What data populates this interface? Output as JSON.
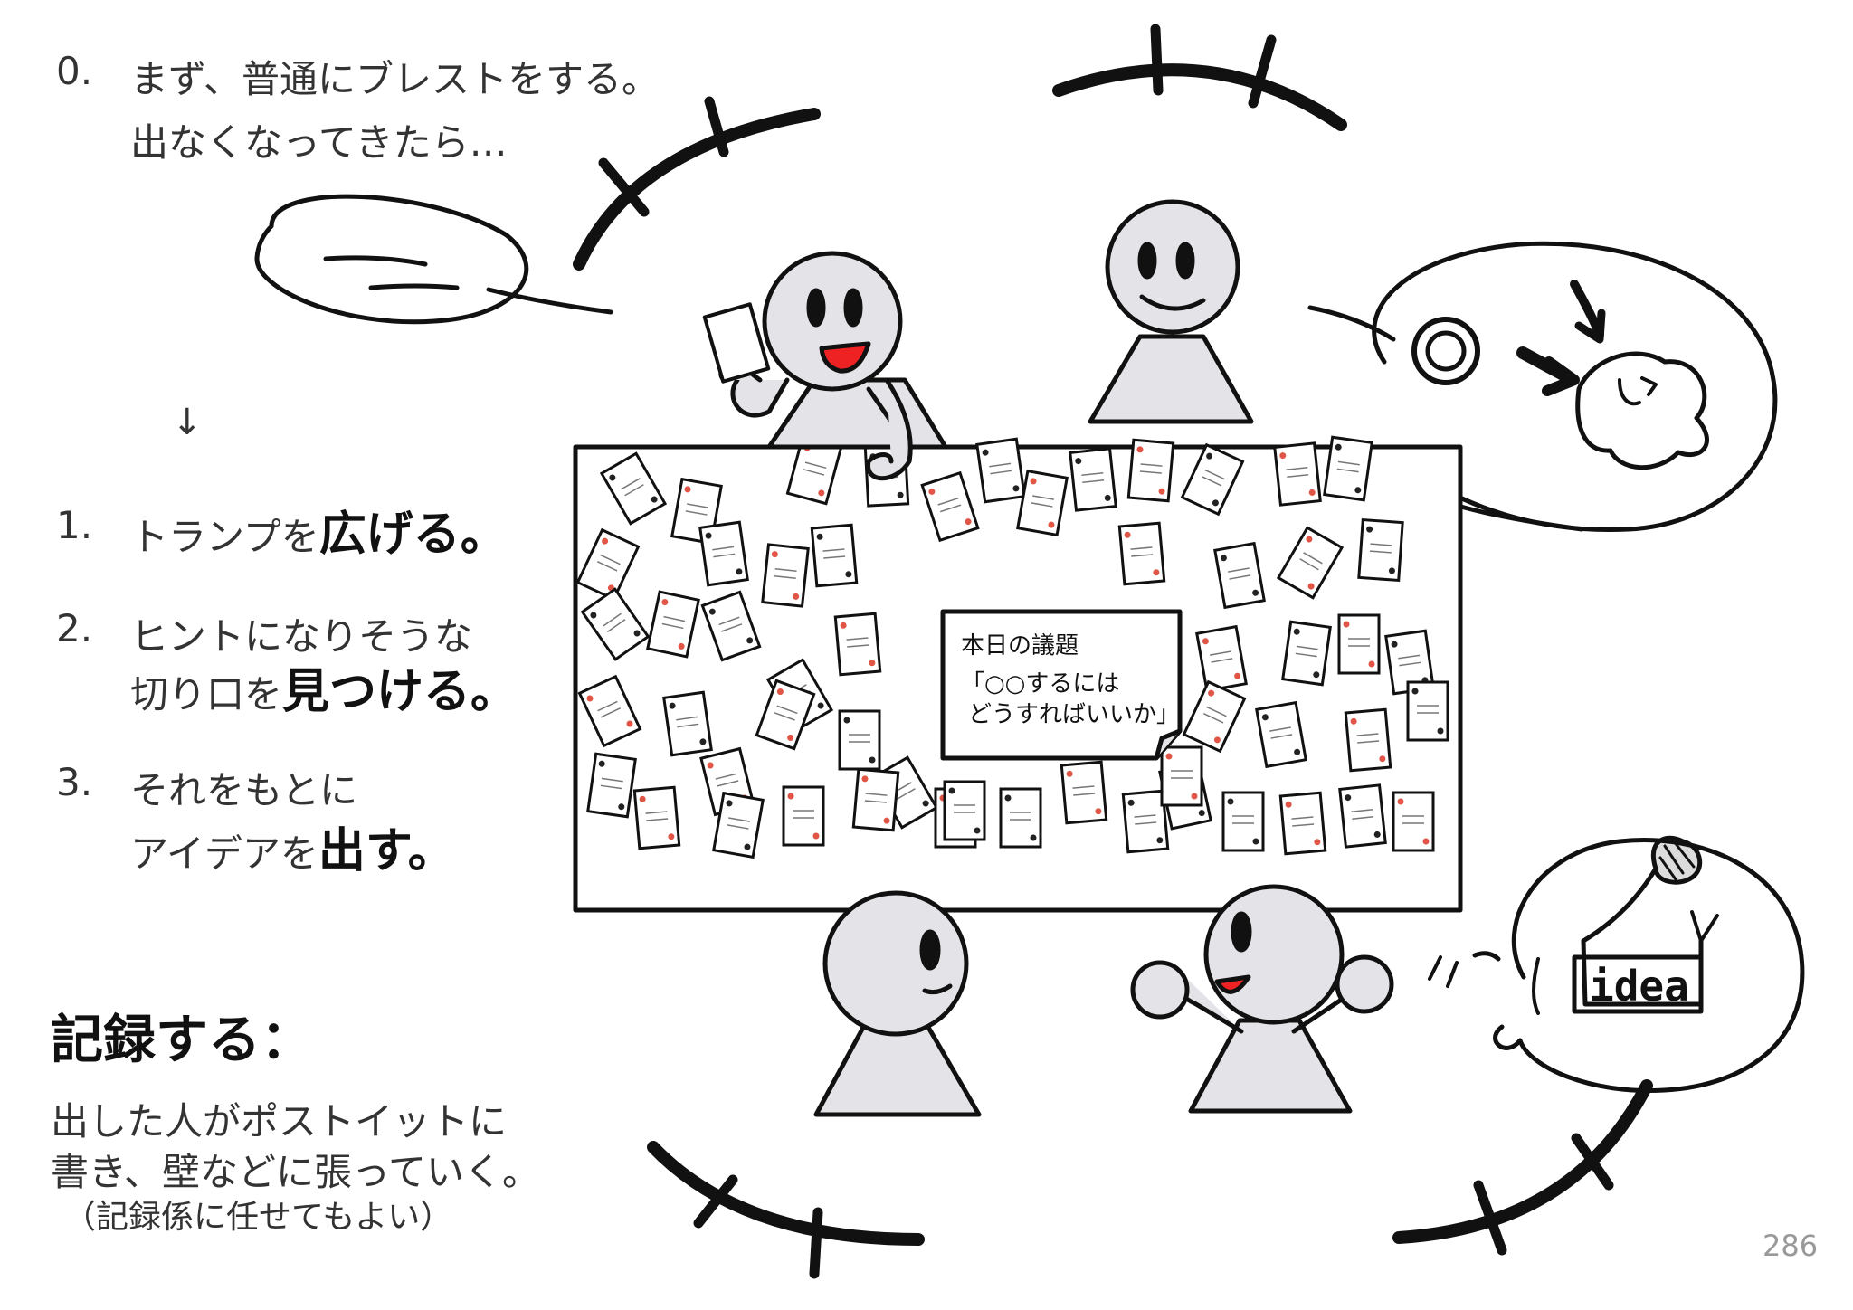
{
  "steps": {
    "step0": {
      "num": "0.",
      "line1": "まず、普通にブレストをする。",
      "line2": "出なくなってきたら…"
    },
    "arrow": "↓",
    "step1": {
      "num": "1.",
      "text": "トランプを",
      "bold": "広げる。"
    },
    "step2": {
      "num": "2.",
      "line1": "ヒントになりそうな",
      "line2_text": "切り口を",
      "line2_bold": "見つける。"
    },
    "step3": {
      "num": "3.",
      "line1": "それをもとに",
      "line2_text": "アイデアを",
      "line2_bold": "出す。"
    }
  },
  "record": {
    "heading": "記録する：",
    "line1": "出した人がポストイットに",
    "line2": "書き、壁などに張っていく。",
    "line3": "（記録係に任せてもよい）"
  },
  "agenda": {
    "title": "本日の議題",
    "line1": "「○○するには",
    "line2": "どうすればいいか」"
  },
  "idea_label": "idea",
  "page_number": "286",
  "colors": {
    "line": "#111111",
    "figure_fill": "#e4e4e8",
    "mouth": "#ee2222",
    "card_mark": "#e05545"
  }
}
